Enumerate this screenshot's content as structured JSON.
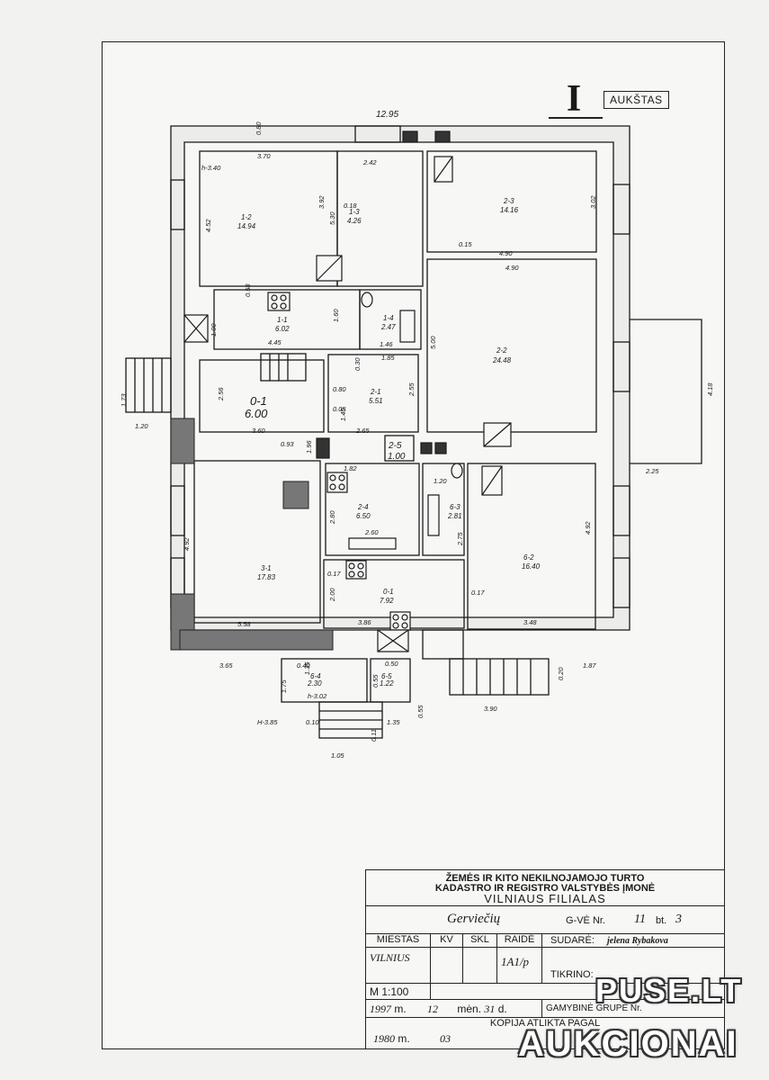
{
  "sheet": {
    "floor_number": "I",
    "floor_label": "AUKŠTAS"
  },
  "plan": {
    "rooms": [
      {
        "id": "1-2",
        "area": "14.94"
      },
      {
        "id": "1-3",
        "area": "4.26"
      },
      {
        "id": "2-3",
        "area": "14.16"
      },
      {
        "id": "1-1",
        "area": "6.02"
      },
      {
        "id": "1-4",
        "area": "2.47"
      },
      {
        "id": "2-2",
        "area": "24.48"
      },
      {
        "id": "0-1",
        "area": "6.00"
      },
      {
        "id": "2-1",
        "area": "5.51"
      },
      {
        "id": "2-5",
        "area": "1.00"
      },
      {
        "id": "2-4",
        "area": "6.50"
      },
      {
        "id": "6-3",
        "area": "2.81"
      },
      {
        "id": "3-1",
        "area": "17.83"
      },
      {
        "id": "0-1",
        "area": "7.92"
      },
      {
        "id": "6-2",
        "area": "16.40"
      },
      {
        "id": "6-4",
        "area": "2.30"
      },
      {
        "id": "6-5",
        "area": "1.22"
      }
    ],
    "dimensions": [
      "12.95",
      "0.80",
      "3.70",
      "2.42",
      "h-3.40",
      "4.52",
      "3.92",
      "0.18",
      "5.30",
      "3.02",
      "0.15",
      "4.90",
      "4.90",
      "0.58",
      "1.00",
      "1.60",
      "4.45",
      "1.46",
      "5.00",
      "4.18",
      "1.85",
      "0.80",
      "0.30",
      "2.56",
      "2.55",
      "1.45",
      "0.05",
      "1.73",
      "1.20",
      "3.60",
      "2.65",
      "0.93",
      "1.96",
      "1.82",
      "1.20",
      "2.80",
      "2.60",
      "2.75",
      "4.92",
      "4.92",
      "0.17",
      "2.00",
      "3.86",
      "0.17",
      "5.58",
      "3.48",
      "2.25",
      "3.65",
      "1.87",
      "1.35",
      "0.40",
      "1.75",
      "h-3.02",
      "H-3.85",
      "0.10",
      "1.35",
      "0.55",
      "0.55",
      "0.11",
      "1.05",
      "3.90",
      "0.20",
      "0.50"
    ]
  },
  "title_block": {
    "line1": "ŽEMĖS IR KITO NEKILNOJAMOJO TURTO",
    "line2": "KADASTRO IR REGISTRO VALSTYBĖS ĮMONĖ",
    "line3": "VILNIAUS FILIALAS",
    "street": "Gerviečių",
    "street_label": "G-VĖ Nr.",
    "house_no": "11",
    "apt_label": "bt.",
    "apt_no": "3",
    "col_miestas": "MIESTAS",
    "col_kv": "KV",
    "col_skl": "SKL",
    "col_raide": "RAIDĖ",
    "city": "VILNIUS",
    "raide_value": "1A1/p",
    "sudare_label": "SUDARĖ:",
    "sudare_name": "jelena Rybakova",
    "tikrino_label": "TIKRINO:",
    "scale": "M 1:100",
    "date_year": "1997",
    "date_m_label": "m.",
    "date_month": "12",
    "date_men_label": "mėn.",
    "date_day": "31",
    "date_d_label": "d.",
    "group": "GAMYBINĖ GRUPĖ Nr.",
    "copy_label": "KOPIJA ATLIKTA PAGAL",
    "copy_year": "1980",
    "copy_m": "m.",
    "copy_month": "03"
  },
  "watermark": {
    "line1": "PUSE.LT",
    "line2": "AUKCIONAI"
  }
}
